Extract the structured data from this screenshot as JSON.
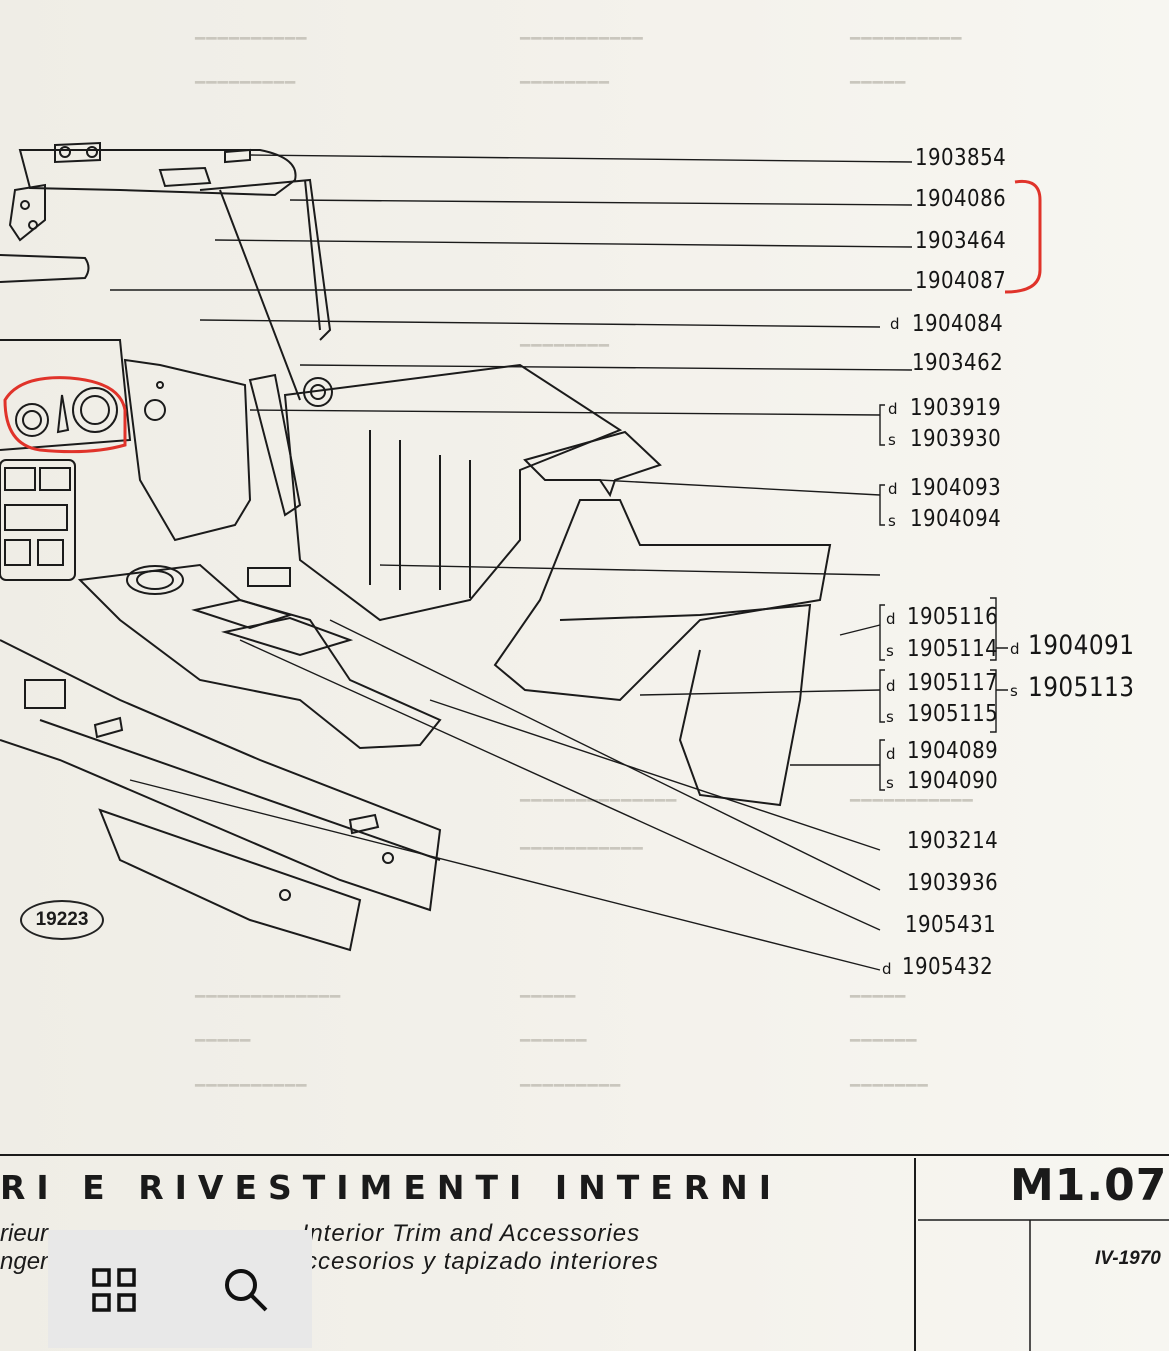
{
  "colors": {
    "annotation": "#e0332a",
    "ink": "#151515",
    "paper": "#f3f1ea",
    "toolbar": "#e8e8e8"
  },
  "drawing": {
    "figure_number": "19223"
  },
  "part_numbers": [
    {
      "code": "1903854",
      "prefix": ""
    },
    {
      "code": "1904086",
      "prefix": ""
    },
    {
      "code": "1903464",
      "prefix": ""
    },
    {
      "code": "1904087",
      "prefix": ""
    },
    {
      "code": "1904084",
      "prefix": "d"
    },
    {
      "code": "1903462",
      "prefix": ""
    },
    {
      "code": "1903919",
      "prefix": "d"
    },
    {
      "code": "1903930",
      "prefix": "s"
    },
    {
      "code": "1904093",
      "prefix": "d"
    },
    {
      "code": "1904094",
      "prefix": "s"
    },
    {
      "code": "1905116",
      "prefix": "d"
    },
    {
      "code": "1905114",
      "prefix": "s"
    },
    {
      "code": "1905117",
      "prefix": "d"
    },
    {
      "code": "1905115",
      "prefix": "s"
    },
    {
      "code": "1904089",
      "prefix": "d"
    },
    {
      "code": "1904090",
      "prefix": "s"
    },
    {
      "code": "1903214",
      "prefix": ""
    },
    {
      "code": "1903936",
      "prefix": ""
    },
    {
      "code": "1905431",
      "prefix": ""
    },
    {
      "code": "1905432",
      "prefix": "d"
    }
  ],
  "assembly_numbers": [
    {
      "code": "1904091",
      "prefix": "d"
    },
    {
      "code": "1905113",
      "prefix": "s"
    }
  ],
  "footer": {
    "title_it": "RI E RIVESTIMENTI INTERNI",
    "title_fr": "rieur",
    "title_de": "ngen",
    "title_en": "- Interior Trim and Accessories",
    "title_es": "ccesorios y tapizado interiores",
    "page_code": "M1.07",
    "date": "IV-1970"
  },
  "toolbar": {
    "grid_icon": "grid-view-icon",
    "search_icon": "search-icon"
  }
}
